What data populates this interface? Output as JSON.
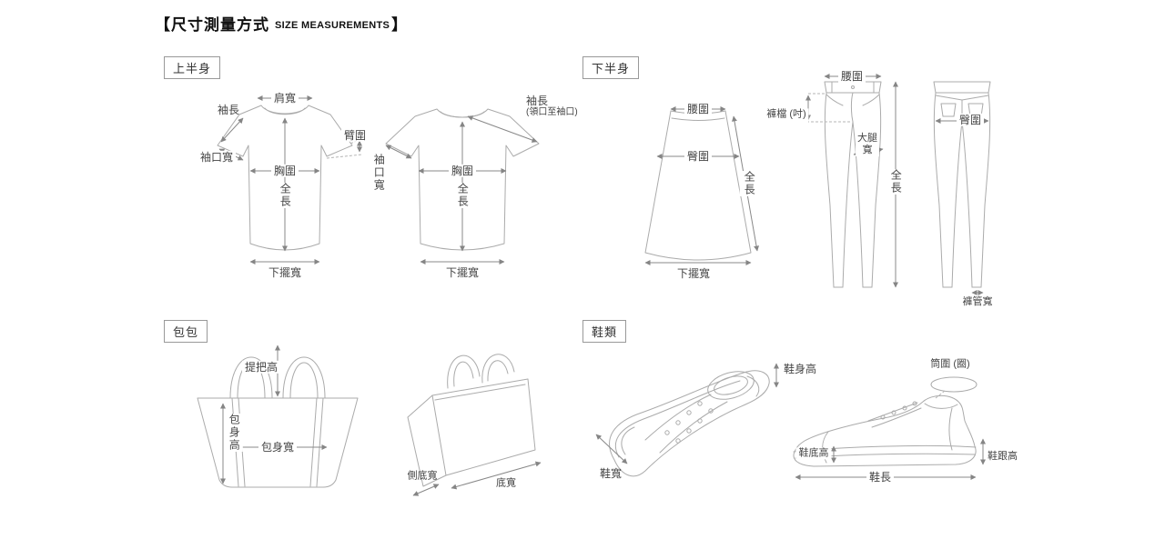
{
  "title": {
    "zh": "【尺寸測量方式",
    "en": "SIZE MEASUREMENTS",
    "close": "】"
  },
  "sections": {
    "upper_body": "上半身",
    "lower_body": "下半身",
    "bags": "包包",
    "shoes": "鞋類"
  },
  "labels": {
    "shoulder_width": "肩寬",
    "sleeve_length": "袖長",
    "sleeve_length_note": "(領口至袖口)",
    "arm_girth": "臂圍",
    "cuff_width": "袖口寬",
    "chest_girth": "胸圍",
    "full_length": "全長",
    "hem_width": "下擺寬",
    "waist_girth": "腰圍",
    "hip_girth": "臀圍",
    "crotch_depth": "褲檔 (吋)",
    "thigh_width": "大腿寬",
    "pant_cuff_width": "褲管寬",
    "handle_height": "提把高",
    "bag_body_height": "包身高",
    "bag_body_width": "包身寬",
    "side_bottom_width": "側底寬",
    "bottom_width": "底寬",
    "shoe_body_height": "鞋身高",
    "shoe_width": "鞋寬",
    "shaft_girth": "筒圍 (圈)",
    "sole_height": "鞋底高",
    "heel_height": "鞋跟高",
    "shoe_length": "鞋長"
  }
}
